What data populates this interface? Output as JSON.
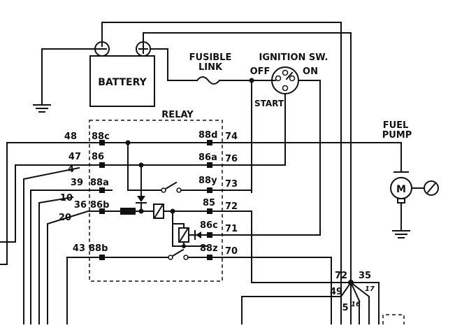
{
  "components": {
    "battery": "BATTERY",
    "battery_neg": "⊖",
    "battery_pos": "⊕",
    "fusible_link_1": "FUSIBLE",
    "fusible_link_2": "LINK",
    "ignition_title": "IGNITION SW.",
    "ign_off": "OFF",
    "ign_on": "ON",
    "ign_start": "START",
    "relay_title": "RELAY",
    "fuel_pump_1": "FUEL",
    "fuel_pump_2": "PUMP",
    "motor": "M"
  },
  "relay_left_pins": [
    {
      "wire": "48",
      "pin": "88c"
    },
    {
      "wire": "47",
      "pin": "86"
    },
    {
      "wire": "4",
      "pin": ""
    },
    {
      "wire": "39",
      "pin": "88a"
    },
    {
      "wire": "10",
      "pin": ""
    },
    {
      "wire": "36",
      "pin": "86b"
    },
    {
      "wire": "20",
      "pin": ""
    },
    {
      "wire": "43",
      "pin": "88b"
    }
  ],
  "relay_right_pins": [
    {
      "pin": "88d",
      "wire": "74"
    },
    {
      "pin": "86a",
      "wire": "76"
    },
    {
      "pin": "88y",
      "wire": "73"
    },
    {
      "pin": "85",
      "wire": "72"
    },
    {
      "pin": "86c",
      "wire": "71"
    },
    {
      "pin": "88z",
      "wire": "70"
    }
  ],
  "junction": {
    "n72": "72",
    "n35": "35",
    "n49": "49",
    "n5": "5",
    "n16": "16",
    "n17": "17"
  }
}
